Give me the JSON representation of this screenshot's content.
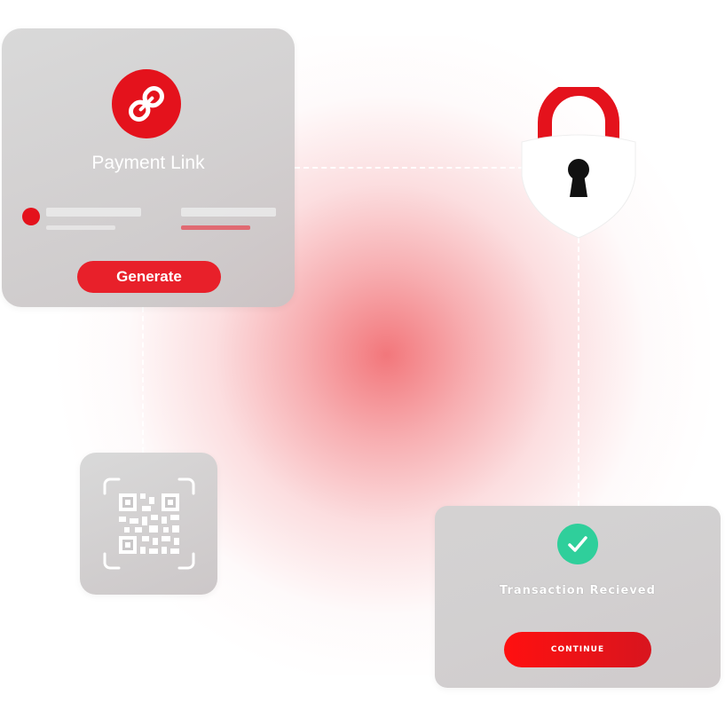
{
  "payment_card": {
    "icon": "link-icon",
    "title": "Payment Link",
    "generate_label": "Generate"
  },
  "lock": {
    "icon": "padlock-icon"
  },
  "qr_card": {
    "icon": "qr-code-icon"
  },
  "transaction_card": {
    "icon": "checkmark-icon",
    "message": "Transaction Recieved",
    "continue_label": "CONTINUE"
  },
  "colors": {
    "accent_red": "#e4121c",
    "success_green": "#2fcf9b",
    "card_grey": "#d0cecf"
  }
}
